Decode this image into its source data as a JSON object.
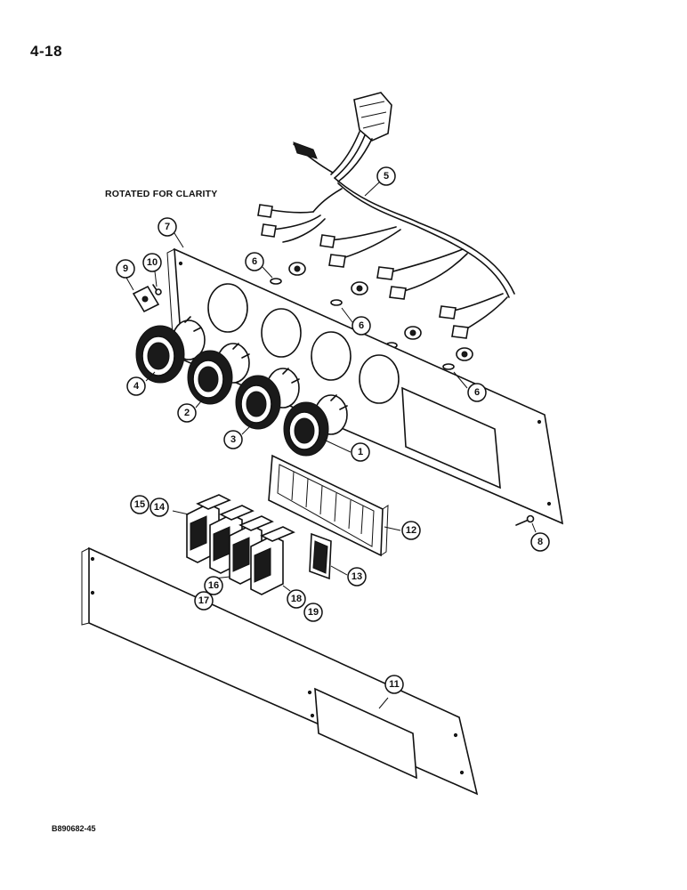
{
  "page_number": "4-18",
  "note": "ROTATED FOR CLARITY",
  "document_code": "B890682-45",
  "callouts": [
    "1",
    "2",
    "3",
    "4",
    "5",
    "6",
    "6",
    "6",
    "7",
    "8",
    "9",
    "10",
    "11",
    "12",
    "13",
    "14",
    "15",
    "16",
    "17",
    "18",
    "19"
  ]
}
